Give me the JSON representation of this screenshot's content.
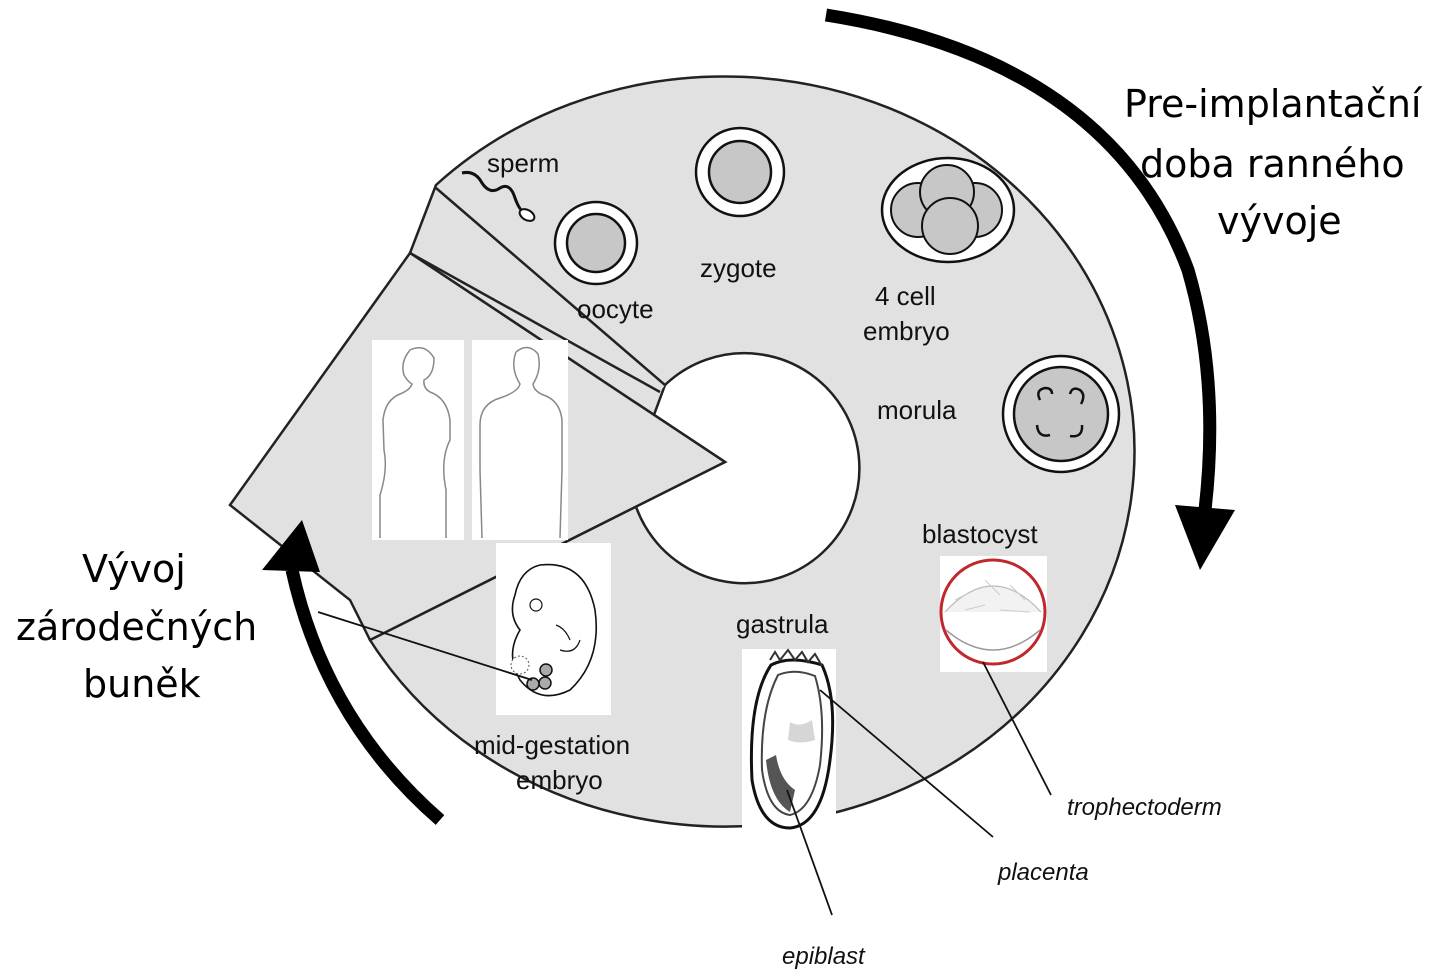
{
  "labels": {
    "sperm": "sperm",
    "oocyte": "oocyte",
    "zygote": "zygote",
    "four_cell_line1": "4 cell",
    "four_cell_line2": "embryo",
    "morula": "morula",
    "blastocyst": "blastocyst",
    "gastrula": "gastrula",
    "mid_gestation_line1": "mid-gestation",
    "mid_gestation_line2": "embryo",
    "trophectoderm": "trophectoderm",
    "placenta": "placenta",
    "epiblast": "epiblast"
  },
  "captions": {
    "preimplant_line1": "Pre-implantační",
    "preimplant_line2": "doba ranného",
    "preimplant_line3": "vývoje",
    "germline_line1": "Vývoj",
    "germline_line2": "zárodečných",
    "germline_line3": "buněk"
  },
  "colors": {
    "disc_fill": "#e1e1e1",
    "cell_fill": "#c7c7c7",
    "blastocyst_ring": "#c0282d",
    "arrow": "#000000"
  }
}
